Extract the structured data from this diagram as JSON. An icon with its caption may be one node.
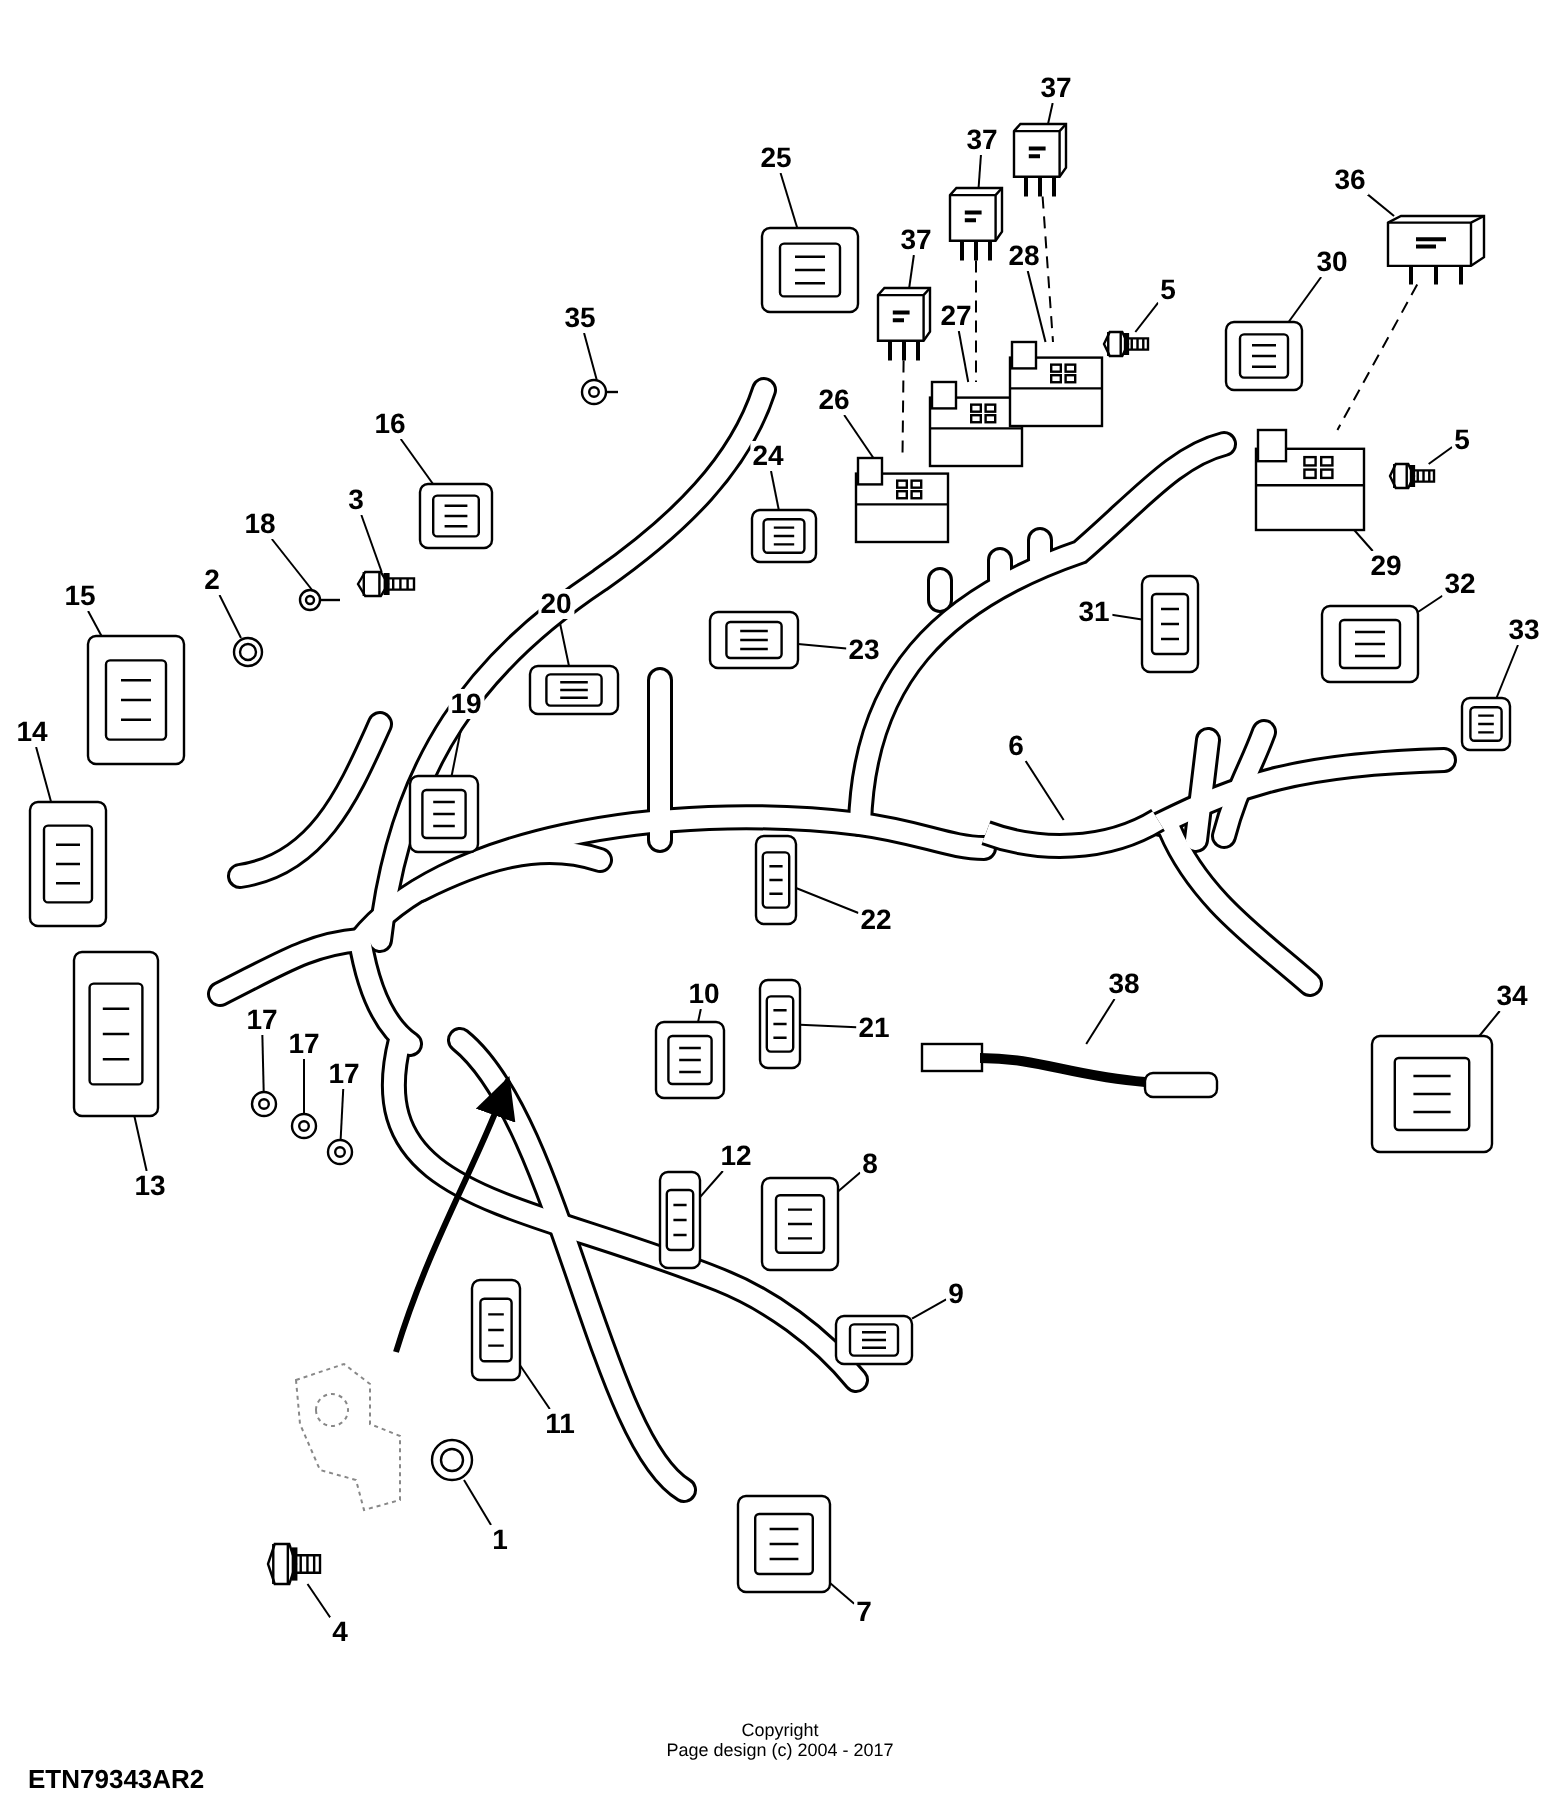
{
  "diagram": {
    "nodes": [
      {
        "text": [
          "1"
        ]
      },
      {
        "text": [],
        "shape": "picture"
      },
      {
        "text": [
          "2"
        ]
      },
      {
        "text": [],
        "shape": "picture"
      },
      {
        "text": [
          "3"
        ]
      },
      {
        "text": [],
        "shape": "picture"
      },
      {
        "text": [
          "4"
        ]
      },
      {
        "text": [],
        "shape": "picture"
      },
      {
        "text": [
          "5"
        ]
      },
      {
        "text": [],
        "shape": "picture"
      },
      {
        "text": [
          "5"
        ]
      },
      {
        "text": [],
        "shape": "picture"
      },
      {
        "text": [
          "6"
        ]
      },
      {
        "text": [],
        "shape": "picture"
      },
      {
        "text": [
          "7"
        ]
      },
      {
        "text": [],
        "shape": "picture"
      },
      {
        "text": [
          "8"
        ]
      },
      {
        "text": [],
        "shape": "picture"
      },
      {
        "text": [
          "9"
        ]
      },
      {
        "text": [],
        "shape": "picture"
      },
      {
        "text": [
          "10"
        ]
      },
      {
        "text": [],
        "shape": "picture"
      },
      {
        "text": [
          "11"
        ]
      },
      {
        "text": [],
        "shape": "picture"
      },
      {
        "text": [
          "12"
        ]
      },
      {
        "text": [],
        "shape": "picture"
      },
      {
        "text": [
          "13"
        ]
      },
      {
        "text": [],
        "shape": "picture"
      },
      {
        "text": [
          "14"
        ]
      },
      {
        "text": [],
        "shape": "picture"
      },
      {
        "text": [
          "15"
        ]
      },
      {
        "text": [],
        "shape": "picture"
      },
      {
        "text": [
          "16"
        ]
      },
      {
        "text": [],
        "shape": "picture"
      },
      {
        "text": [
          "17"
        ]
      },
      {
        "text": [],
        "shape": "picture"
      },
      {
        "text": [
          "17"
        ]
      },
      {
        "text": [],
        "shape": "picture"
      },
      {
        "text": [
          "17"
        ]
      },
      {
        "text": [],
        "shape": "picture"
      },
      {
        "text": [
          "18"
        ]
      },
      {
        "text": [],
        "shape": "picture"
      },
      {
        "text": [
          "19"
        ]
      },
      {
        "text": [],
        "shape": "picture"
      },
      {
        "text": [
          "20"
        ]
      },
      {
        "text": [],
        "shape": "picture"
      },
      {
        "text": [
          "21"
        ]
      },
      {
        "text": [],
        "shape": "picture"
      },
      {
        "text": [
          "22"
        ]
      },
      {
        "text": [],
        "shape": "picture"
      },
      {
        "text": [
          "23"
        ]
      },
      {
        "text": [],
        "shape": "picture"
      },
      {
        "text": [
          "24"
        ]
      },
      {
        "text": [],
        "shape": "picture"
      },
      {
        "text": [
          "25"
        ]
      },
      {
        "text": [],
        "shape": "picture"
      },
      {
        "text": [
          "26"
        ]
      },
      {
        "text": [],
        "shape": "picture"
      },
      {
        "text": [
          "27"
        ]
      },
      {
        "text": [],
        "shape": "picture"
      },
      {
        "text": [
          "28"
        ]
      },
      {
        "text": [],
        "shape": "picture"
      },
      {
        "text": [
          "29"
        ]
      },
      {
        "text": [],
        "shape": "picture"
      },
      {
        "text": [
          "30"
        ]
      },
      {
        "text": [],
        "shape": "picture"
      },
      {
        "text": [
          "31"
        ]
      },
      {
        "text": [],
        "shape": "picture"
      },
      {
        "text": [
          "32"
        ]
      },
      {
        "text": [],
        "shape": "picture"
      },
      {
        "text": [
          "33"
        ]
      },
      {
        "text": [],
        "shape": "picture"
      },
      {
        "text": [
          "34"
        ]
      },
      {
        "text": [],
        "shape": "picture"
      },
      {
        "text": [
          "35"
        ]
      },
      {
        "text": [],
        "shape": "picture"
      },
      {
        "text": [
          "36"
        ]
      },
      {
        "text": [],
        "shape": "picture"
      },
      {
        "text": [
          "37"
        ]
      },
      {
        "text": [],
        "shape": "picture"
      },
      {
        "text": [
          "37"
        ]
      },
      {
        "text": [],
        "shape": "picture"
      },
      {
        "text": [
          "37"
        ]
      },
      {
        "text": [],
        "shape": "picture"
      },
      {
        "text": [
          "38"
        ]
      },
      {
        "text": [],
        "shape": "picture"
      }
    ],
    "edges": [
      {
        "from": 0,
        "to": 1,
        "arrow": "none"
      },
      {
        "from": 2,
        "to": 3,
        "arrow": "none"
      },
      {
        "from": 4,
        "to": 5,
        "arrow": "none"
      },
      {
        "from": 6,
        "to": 7,
        "arrow": "none"
      },
      {
        "from": 8,
        "to": 9,
        "arrow": "none"
      },
      {
        "from": 10,
        "to": 11,
        "arrow": "none"
      },
      {
        "from": 12,
        "to": 13,
        "arrow": "none"
      },
      {
        "from": 14,
        "to": 15,
        "arrow": "none"
      },
      {
        "from": 16,
        "to": 17,
        "arrow": "none"
      },
      {
        "from": 18,
        "to": 19,
        "arrow": "none"
      },
      {
        "from": 20,
        "to": 21,
        "arrow": "none"
      },
      {
        "from": 22,
        "to": 23,
        "arrow": "none"
      },
      {
        "from": 24,
        "to": 25,
        "arrow": "none"
      },
      {
        "from": 26,
        "to": 27,
        "arrow": "none"
      },
      {
        "from": 28,
        "to": 29,
        "arrow": "none"
      },
      {
        "from": 30,
        "to": 31,
        "arrow": "none"
      },
      {
        "from": 32,
        "to": 33,
        "arrow": "none"
      },
      {
        "from": 34,
        "to": 35,
        "arrow": "none"
      },
      {
        "from": 36,
        "to": 37,
        "arrow": "none"
      },
      {
        "from": 38,
        "to": 39,
        "arrow": "none"
      },
      {
        "from": 40,
        "to": 41,
        "arrow": "none"
      },
      {
        "from": 42,
        "to": 43,
        "arrow": "none"
      },
      {
        "from": 44,
        "to": 45,
        "arrow": "none"
      },
      {
        "from": 46,
        "to": 47,
        "arrow": "none"
      },
      {
        "from": 48,
        "to": 49,
        "arrow": "none"
      },
      {
        "from": 50,
        "to": 51,
        "arrow": "none"
      },
      {
        "from": 52,
        "to": 53,
        "arrow": "none"
      },
      {
        "from": 54,
        "to": 55,
        "arrow": "none"
      },
      {
        "from": 56,
        "to": 57,
        "arrow": "none"
      },
      {
        "from": 58,
        "to": 59,
        "arrow": "none"
      },
      {
        "from": 60,
        "to": 61,
        "arrow": "none"
      },
      {
        "from": 62,
        "to": 63,
        "arrow": "none"
      },
      {
        "from": 64,
        "to": 65,
        "arrow": "none"
      },
      {
        "from": 66,
        "to": 67,
        "arrow": "none"
      },
      {
        "from": 68,
        "to": 69,
        "arrow": "none"
      },
      {
        "from": 70,
        "to": 71,
        "arrow": "none"
      },
      {
        "from": 72,
        "to": 73,
        "arrow": "none"
      },
      {
        "from": 74,
        "to": 75,
        "arrow": "none"
      },
      {
        "from": 76,
        "to": 77,
        "arrow": "none"
      },
      {
        "from": 78,
        "to": 79,
        "arrow": "none"
      },
      {
        "from": 80,
        "to": 81,
        "arrow": "none"
      },
      {
        "from": 82,
        "to": 83,
        "arrow": "none"
      },
      {
        "from": 84,
        "to": 85,
        "arrow": "none"
      },
      {
        "from": 79,
        "to": 57,
        "arrow": "none",
        "style": "dashed"
      },
      {
        "from": 81,
        "to": 59,
        "arrow": "none",
        "style": "dashed"
      },
      {
        "from": 83,
        "to": 61,
        "arrow": "none",
        "style": "dashed"
      },
      {
        "from": 77,
        "to": 63,
        "arrow": "none",
        "style": "dashed"
      }
    ],
    "labels": [
      "Copyright",
      "Page design (c) 2004 - 2017",
      "ETN79343AR2"
    ]
  }
}
